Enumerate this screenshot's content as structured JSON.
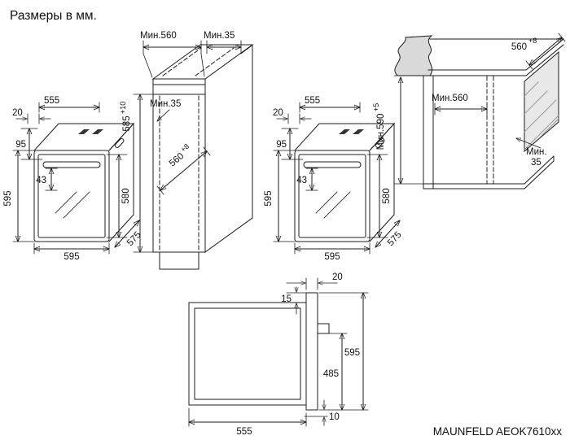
{
  "title": "Размеры в мм.",
  "model": "MAUNFELD AEOK7610xx",
  "left_diagram": {
    "min560_top": "Мин.560",
    "min35_top": "Мин.35",
    "niche_height": "585",
    "niche_height_tol": "+10",
    "min35_shelf": "Мин.35",
    "niche_depth": "560",
    "niche_depth_tol": "+8",
    "oven": {
      "offset20": "20",
      "top_width": "555",
      "front_top": "95",
      "height": "595",
      "handle_gap": "43",
      "door_height": "580",
      "width": "595",
      "depth": "575"
    }
  },
  "right_diagram": {
    "counter_depth": "560",
    "counter_depth_tol": "+8",
    "niche_height": "Мин.590",
    "niche_height_tol": "+5",
    "niche_depth": "Мин.560",
    "min35_line1": "Мин.",
    "min35_line2": "35",
    "oven": {
      "offset20": "20",
      "top_width": "555",
      "front_top": "95",
      "height": "595",
      "handle_gap": "43",
      "door_height": "580",
      "width": "595",
      "depth": "575"
    }
  },
  "bottom_diagram": {
    "door_thickness": "20",
    "top_offset": "15",
    "height": "595",
    "handle_height": "485",
    "depth": "555",
    "bottom_gap": "10"
  }
}
